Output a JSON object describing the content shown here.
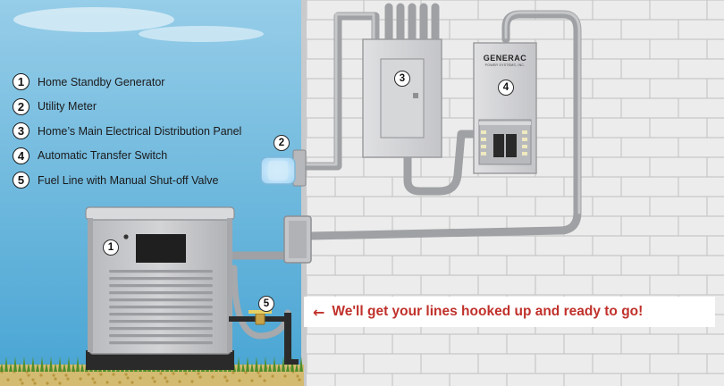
{
  "legend": {
    "items": [
      {
        "number": "1",
        "label": "Home Standby Generator"
      },
      {
        "number": "2",
        "label": "Utility Meter"
      },
      {
        "number": "3",
        "label": "Home’s Main Electrical Distribution Panel"
      },
      {
        "number": "4",
        "label": "Automatic Transfer Switch"
      },
      {
        "number": "5",
        "label": "Fuel Line with Manual Shut-off Valve"
      }
    ]
  },
  "markers": {
    "generator": "1",
    "meter": "2",
    "panel": "3",
    "transfer_switch": "4",
    "fuel_line": "5"
  },
  "transfer_switch": {
    "brand": "GENERAC",
    "brand_sub": "POWER SYSTEMS, INC."
  },
  "caption": {
    "arrow_icon": "arrow-left-icon",
    "text": "We'll get your lines hooked up and ready to go!"
  },
  "colors": {
    "sky_top": "#8ec9e6",
    "sky_bottom": "#4aa6d4",
    "wall": "#e9e9e9",
    "brick_line": "#c9c9c9",
    "conduit": "#a9abae",
    "generator_body": "#c8c9cb",
    "accent_red": "#c0312b",
    "grass": "#4f8f2c",
    "gravel": "#cdb46a"
  }
}
